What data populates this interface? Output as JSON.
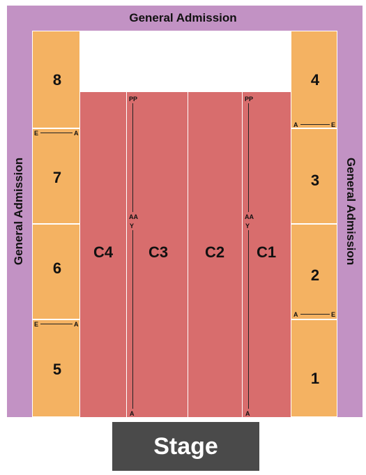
{
  "colors": {
    "general_admission": "#c292c4",
    "side_sections": "#f4b262",
    "center_sections": "#d86d6d",
    "stage": "#4a4a4a",
    "background": "#ffffff"
  },
  "general_admission": {
    "top_label": "General Admission",
    "left_label": "General Admission",
    "right_label": "General Admission"
  },
  "side_sections": {
    "left": [
      {
        "label": "8"
      },
      {
        "label": "7"
      },
      {
        "label": "6"
      },
      {
        "label": "5"
      }
    ],
    "right": [
      {
        "label": "4"
      },
      {
        "label": "3"
      },
      {
        "label": "2"
      },
      {
        "label": "1"
      }
    ]
  },
  "center_sections": [
    {
      "label": "C4"
    },
    {
      "label": "C3"
    },
    {
      "label": "C2"
    },
    {
      "label": "C1"
    }
  ],
  "row_markers": {
    "c3": {
      "top": "PP",
      "mid_upper": "AA",
      "mid_lower": "Y",
      "bottom": "A"
    },
    "c1": {
      "top": "PP",
      "mid_upper": "AA",
      "mid_lower": "Y",
      "bottom": "A"
    },
    "left_7": {
      "start": "E",
      "end": "A"
    },
    "left_5": {
      "start": "E",
      "end": "A"
    },
    "right_4": {
      "start": "A",
      "end": "E"
    },
    "right_2": {
      "start": "A",
      "end": "E"
    }
  },
  "stage": {
    "label": "Stage"
  }
}
